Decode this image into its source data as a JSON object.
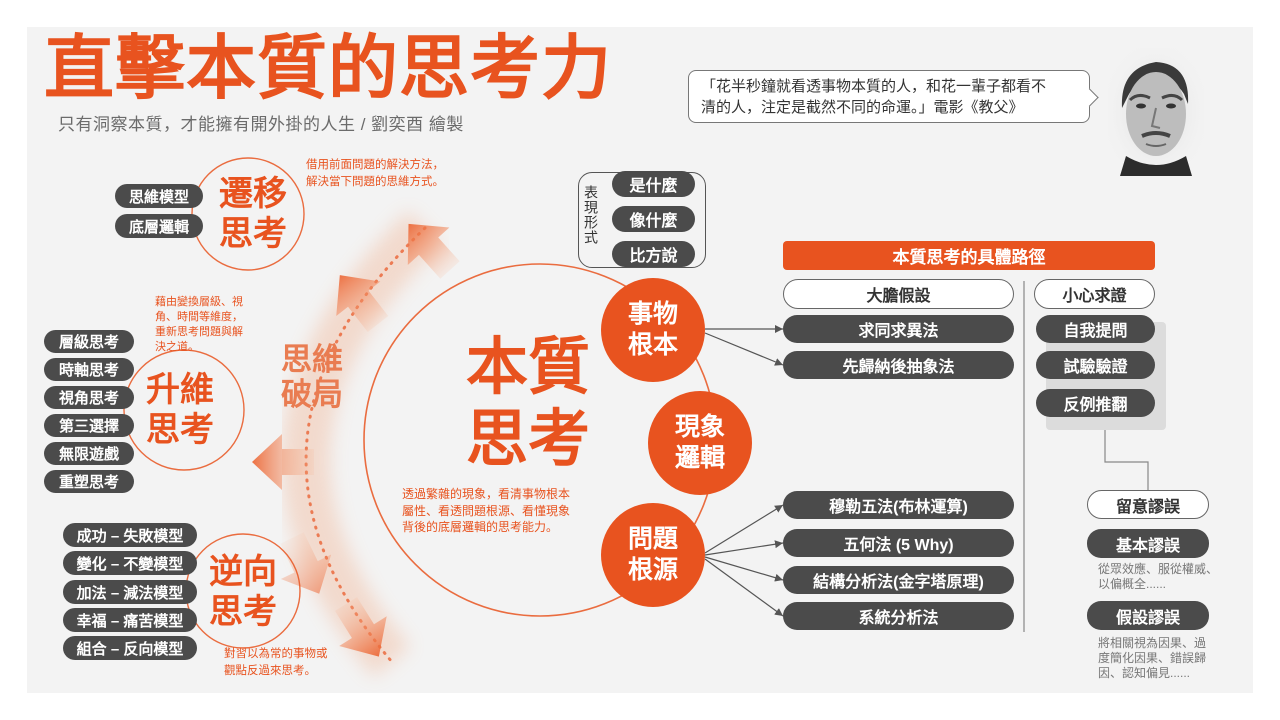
{
  "title": "直擊本質的思考力",
  "subtitle": "只有洞察本質，才能擁有開外掛的人生 / 劉奕酉 繪製",
  "quote": {
    "lines": [
      "「花半秒鐘就看透事物本質的人，和花一輩子都看不",
      "清的人，注定是截然不同的命運。」電影《教父》"
    ]
  },
  "core": {
    "title": [
      "本質",
      "思考"
    ],
    "desc": [
      "透過繁雜的現象，看清事物根本",
      "屬性、看透問題根源、看懂現象",
      "背後的底層邏輯的思考能力。"
    ]
  },
  "breakthrough": [
    "思維",
    "破局"
  ],
  "transfer": {
    "title": [
      "遷移",
      "思考"
    ],
    "desc": [
      "借用前面問題的解決方法，",
      "解決當下問題的思維方式。"
    ],
    "items": [
      "思維模型",
      "底層邏輯"
    ]
  },
  "upgrade": {
    "title": [
      "升維",
      "思考"
    ],
    "desc": [
      "藉由變換層級、視",
      "角、時間等維度，",
      "重新思考問題與解",
      "決之道。"
    ],
    "items": [
      "層級思考",
      "時軸思考",
      "視角思考",
      "第三選擇",
      "無限遊戲",
      "重塑思考"
    ]
  },
  "reverse": {
    "title": [
      "逆向",
      "思考"
    ],
    "desc": [
      "對習以為常的事物或",
      "觀點反過來思考。"
    ],
    "items": [
      "成功 – 失敗模型",
      "變化 – 不變模型",
      "加法 – 減法模型",
      "幸福 – 痛苦模型",
      "組合 – 反向模型"
    ]
  },
  "forms": {
    "label": "表現形式",
    "items": [
      "是什麼",
      "像什麼",
      "比方說"
    ]
  },
  "nodes": [
    {
      "label": [
        "事物",
        "根本"
      ]
    },
    {
      "label": [
        "現象",
        "邏輯"
      ]
    },
    {
      "label": [
        "問題",
        "根源"
      ]
    }
  ],
  "path": {
    "header": "本質思考的具體路徑",
    "hypothesis": "大膽假設",
    "verification": "小心求證",
    "root_methods": [
      "求同求異法",
      "先歸納後抽象法"
    ],
    "cause_methods": [
      "穆勒五法(布林運算)",
      "五何法 (5 Why)",
      "結構分析法(金字塔原理)",
      "系統分析法"
    ],
    "verify_methods": [
      "自我提問",
      "試驗驗證",
      "反例推翻"
    ],
    "fallacy": {
      "label": "留意謬誤",
      "basic": "基本謬誤",
      "basic_desc": [
        "從眾效應、服從權威、",
        "以偏概全......"
      ],
      "assumption": "假設謬誤",
      "assumption_desc": [
        "將相關視為因果、過",
        "度簡化因果、錯誤歸",
        "因、認知偏見......"
      ]
    }
  },
  "colors": {
    "accent": "#e8531f",
    "pill": "#4b4b4b",
    "panel": "#f3f3f3"
  }
}
